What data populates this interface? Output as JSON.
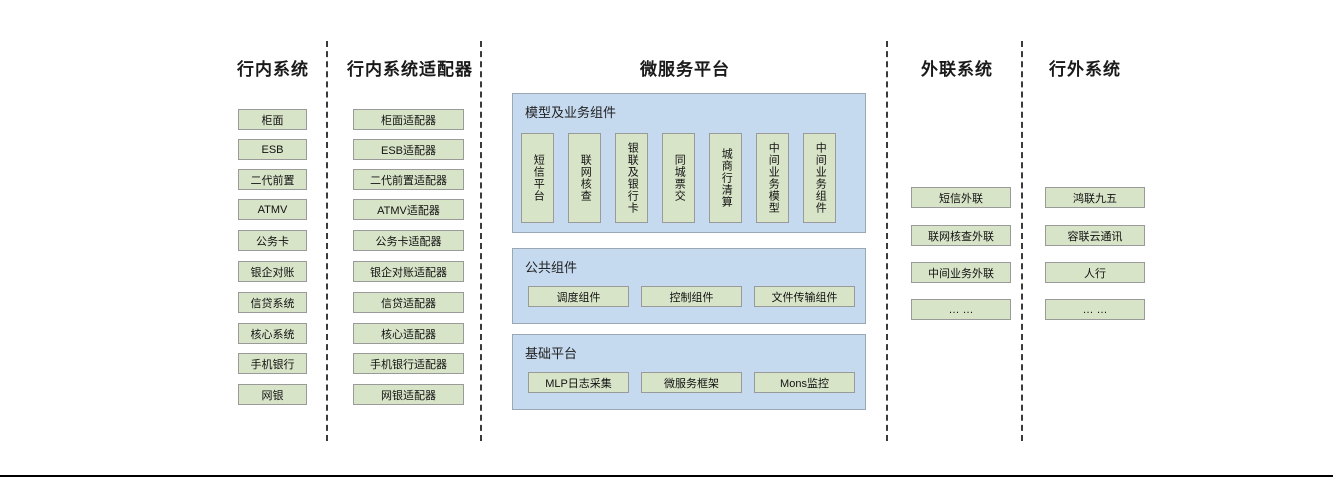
{
  "diagram": {
    "title_hidden": "",
    "colors": {
      "node_fill": "#d8e4c8",
      "node_border": "#9a9a9a",
      "panel_fill": "#c5d9ef",
      "panel_border": "#9aa7b5",
      "divider": "#3a3a3a",
      "text": "#111111",
      "background": "#ffffff"
    },
    "columns": [
      {
        "id": "internal-systems",
        "title": "行内系统",
        "items": [
          "柜面",
          "ESB",
          "二代前置",
          "ATMV",
          "公务卡",
          "银企对账",
          "信贷系统",
          "核心系统",
          "手机银行",
          "网银"
        ]
      },
      {
        "id": "internal-adapters",
        "title": "行内系统适配器",
        "items": [
          "柜面适配器",
          "ESB适配器",
          "二代前置适配器",
          "ATMV适配器",
          "公务卡适配器",
          "银企对账适配器",
          "信贷适配器",
          "核心适配器",
          "手机银行适配器",
          "网银适配器"
        ]
      },
      {
        "id": "external-link-systems",
        "title": "外联系统",
        "items": [
          "短信外联",
          "联网核查外联",
          "中间业务外联",
          "… …"
        ]
      },
      {
        "id": "outside-bank-systems",
        "title": "行外系统",
        "items": [
          "鸿联九五",
          "容联云通讯",
          "人行",
          "… …"
        ]
      }
    ],
    "platform": {
      "title": "微服务平台",
      "groups": [
        {
          "id": "model-business-components",
          "title": "模型及业务组件",
          "orientation": "vertical",
          "items": [
            "短信平台",
            "联网核查",
            "银联及银行卡",
            "同城票交",
            "城商行清算",
            "中间业务模型",
            "中间业务组件"
          ]
        },
        {
          "id": "common-components",
          "title": "公共组件",
          "orientation": "horizontal",
          "items": [
            "调度组件",
            "控制组件",
            "文件传输组件"
          ]
        },
        {
          "id": "base-platform",
          "title": "基础平台",
          "orientation": "horizontal",
          "items": [
            "MLP日志采集",
            "微服务框架",
            "Mons监控"
          ]
        }
      ]
    }
  }
}
